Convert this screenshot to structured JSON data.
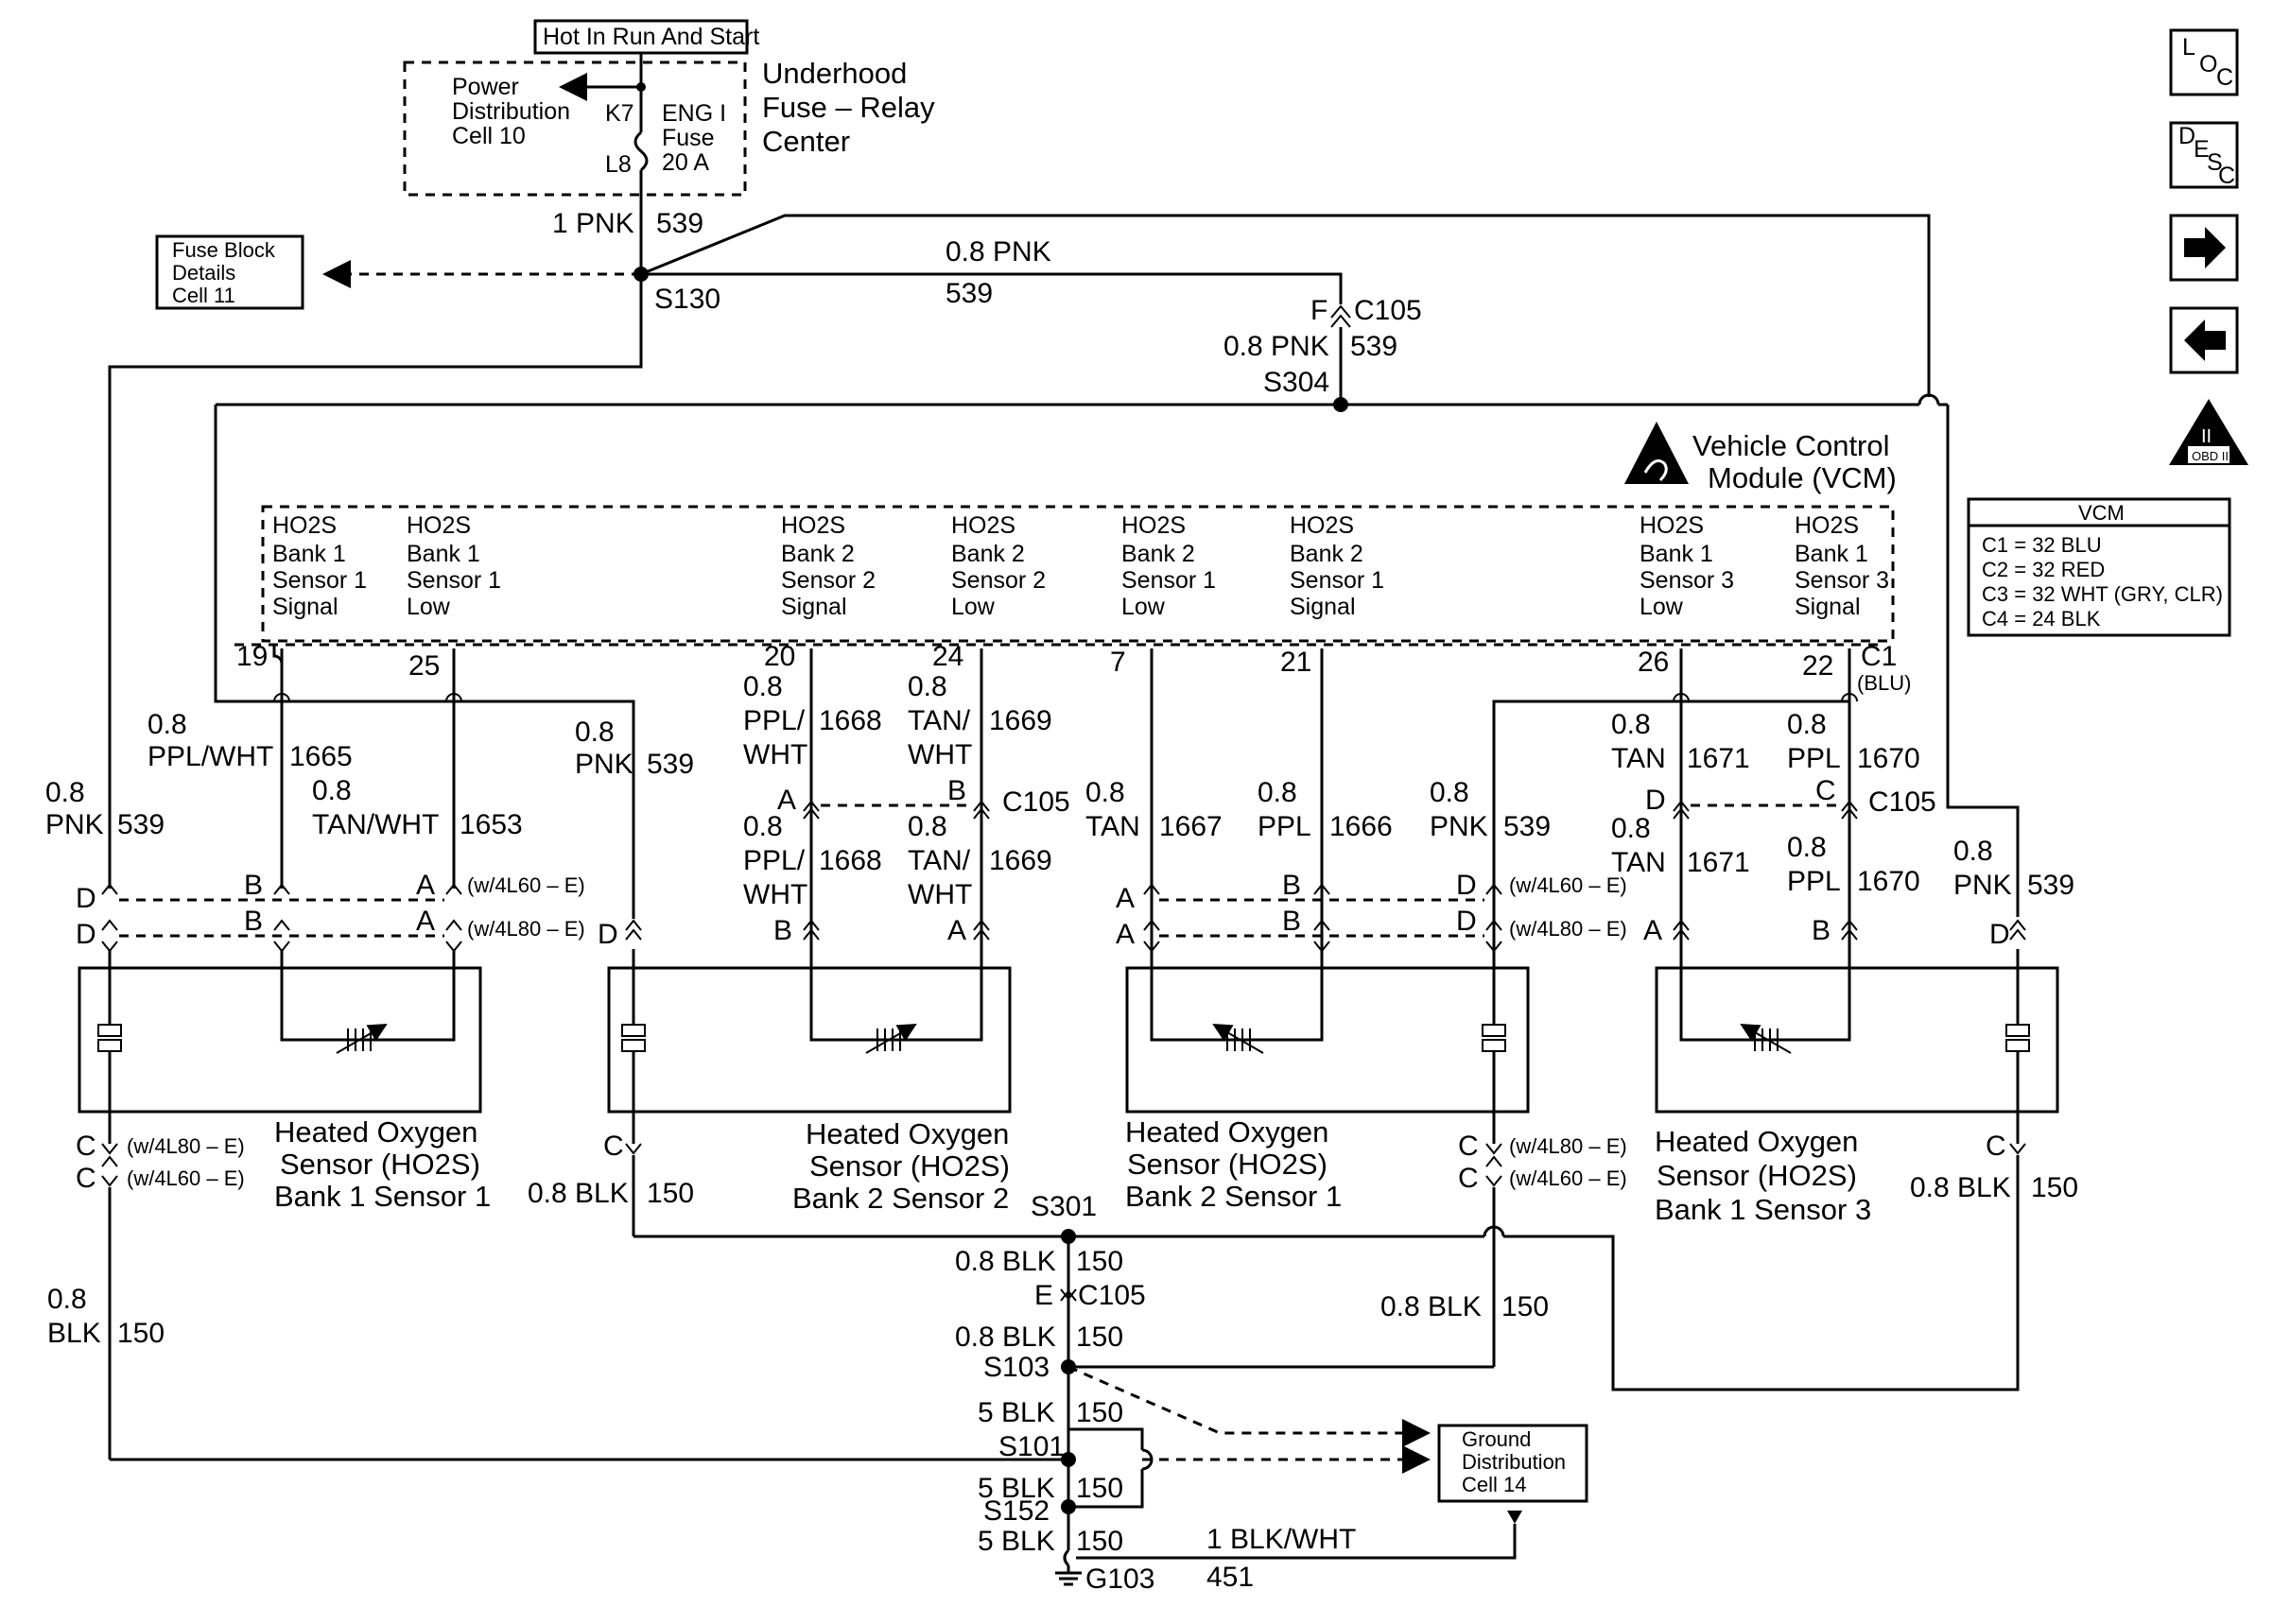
{
  "nav_icons": {
    "loc": {
      "a": "L",
      "b": "O",
      "c": "C"
    },
    "desc": {
      "a": "D",
      "b": "E",
      "c": "S",
      "d": "C"
    },
    "obd": "OBD II",
    "obd_roman": "II"
  },
  "power": {
    "hot_label": "Hot In Run And Start",
    "pdc_lines": [
      "Power",
      "Distribution",
      "Cell 10"
    ],
    "k7": "K7",
    "l8": "L8",
    "fuse_lines": [
      "ENG I",
      "Fuse",
      "20 A"
    ],
    "center_lines": [
      "Underhood",
      "Fuse – Relay",
      "Center"
    ],
    "feed_wire": "1 PNK",
    "feed_circuit": "539",
    "splice_s130": "S130"
  },
  "fuse_block": {
    "lines": [
      "Fuse Block",
      "Details",
      "Cell 11"
    ]
  },
  "top_wire": {
    "gauge": "0.8 PNK",
    "circuit": "539"
  },
  "c105_top": {
    "pin": "F",
    "connector": "C105",
    "wire": "0.8 PNK",
    "circuit": "539",
    "splice": "S304"
  },
  "vcm": {
    "title_lines": [
      "Vehicle Control",
      "Module (VCM)"
    ],
    "connector": "C1",
    "connector_color": "(BLU)",
    "legend_title": "VCM",
    "legend": [
      "C1 = 32 BLU",
      "C2 = 32 RED",
      "C3 = 32 WHT (GRY, CLR)",
      "C4 = 24 BLK"
    ],
    "pins": [
      {
        "num": "19",
        "lines": [
          "HO2S",
          "Bank 1",
          "Sensor 1",
          "Signal"
        ]
      },
      {
        "num": "25",
        "lines": [
          "HO2S",
          "Bank 1",
          "Sensor 1",
          "Low"
        ]
      },
      {
        "num": "20",
        "lines": [
          "HO2S",
          "Bank 2",
          "Sensor 2",
          "Signal"
        ]
      },
      {
        "num": "24",
        "lines": [
          "HO2S",
          "Bank 2",
          "Sensor 2",
          "Low"
        ]
      },
      {
        "num": "7",
        "lines": [
          "HO2S",
          "Bank 2",
          "Sensor 1",
          "Low"
        ]
      },
      {
        "num": "21",
        "lines": [
          "HO2S",
          "Bank 2",
          "Sensor 1",
          "Signal"
        ]
      },
      {
        "num": "26",
        "lines": [
          "HO2S",
          "Bank 1",
          "Sensor 3",
          "Low"
        ]
      },
      {
        "num": "22",
        "lines": [
          "HO2S",
          "Bank 1",
          "Sensor 3",
          "Signal"
        ]
      }
    ]
  },
  "wires": {
    "w1665": {
      "g": "0.8",
      "c": "PPL/WHT",
      "n": "1665"
    },
    "w1653": {
      "g": "0.8",
      "c": "TAN/WHT",
      "n": "1653"
    },
    "w539a": {
      "g": "0.8",
      "c": "PNK",
      "n": "539"
    },
    "w539b": {
      "g": "0.8",
      "c": "PNK",
      "n": "539"
    },
    "w1668a": {
      "g": "0.8",
      "c1": "PPL/",
      "c2": "WHT",
      "n": "1668"
    },
    "w1669a": {
      "g": "0.8",
      "c1": "TAN/",
      "c2": "WHT",
      "n": "1669"
    },
    "w1668b": {
      "g": "0.8",
      "c1": "PPL/",
      "c2": "WHT",
      "n": "1668"
    },
    "w1669b": {
      "g": "0.8",
      "c1": "TAN/",
      "c2": "WHT",
      "n": "1669"
    },
    "w1667": {
      "g": "0.8",
      "c": "TAN",
      "n": "1667"
    },
    "w1666": {
      "g": "0.8",
      "c": "PPL",
      "n": "1666"
    },
    "w539c": {
      "g": "0.8",
      "c": "PNK",
      "n": "539"
    },
    "w1671a": {
      "g": "0.8",
      "c": "TAN",
      "n": "1671"
    },
    "w1670a": {
      "g": "0.8",
      "c": "PPL",
      "n": "1670"
    },
    "w1671b": {
      "g": "0.8",
      "c": "TAN",
      "n": "1671"
    },
    "w1670b": {
      "g": "0.8",
      "c": "PPL",
      "n": "1670"
    },
    "w539d": {
      "g": "0.8",
      "c": "PNK",
      "n": "539"
    },
    "w150a": {
      "g": "0.8",
      "c": "BLK",
      "n": "150"
    },
    "w150b": {
      "g": "0.8 BLK",
      "n": "150"
    },
    "w150c": {
      "g": "0.8 BLK",
      "n": "150"
    },
    "w150d": {
      "g": "0.8 BLK",
      "n": "150"
    }
  },
  "connectors": {
    "c105": "C105",
    "pinA": "A",
    "pinB": "B",
    "pinC": "C",
    "pinD": "D",
    "pinE": "E",
    "w4l60": "(w/4L60 – E)",
    "w4l80": "(w/4L80 – E)"
  },
  "sensors": [
    {
      "lines": [
        "Heated Oxygen",
        "Sensor (HO2S)",
        "Bank 1 Sensor 1"
      ]
    },
    {
      "lines": [
        "Heated Oxygen",
        "Sensor (HO2S)",
        "Bank 2 Sensor 2"
      ]
    },
    {
      "lines": [
        "Heated Oxygen",
        "Sensor (HO2S)",
        "Bank 2 Sensor 1"
      ]
    },
    {
      "lines": [
        "Heated Oxygen",
        "Sensor (HO2S)",
        "Bank 1 Sensor 3"
      ]
    }
  ],
  "ground": {
    "s301": "S301",
    "w150_1": {
      "g": "0.8 BLK",
      "n": "150"
    },
    "c105e": "C105",
    "w150_2": {
      "g": "0.8 BLK",
      "n": "150"
    },
    "s103": "S103",
    "w150_3": {
      "g": "5 BLK",
      "n": "150"
    },
    "s101": "S101",
    "w150_4": {
      "g": "5 BLK",
      "n": "150"
    },
    "s152": "S152",
    "w150_5": {
      "g": "5 BLK",
      "n": "150"
    },
    "g103": "G103",
    "w451": {
      "g": "1 BLK/WHT",
      "n": "451"
    },
    "gdist_lines": [
      "Ground",
      "Distribution",
      "Cell 14"
    ]
  }
}
